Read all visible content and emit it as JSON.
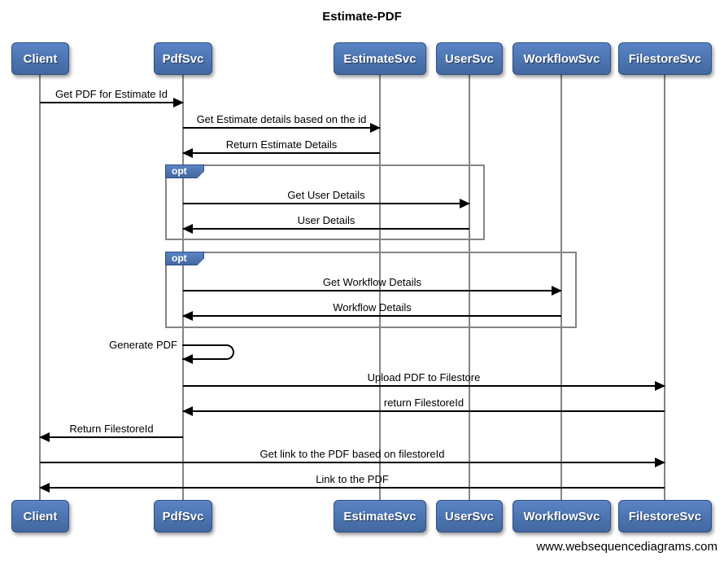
{
  "diagram": {
    "title": "Estimate-PDF",
    "watermark": "www.websequencediagrams.com"
  },
  "actors": [
    {
      "name": "Client"
    },
    {
      "name": "PdfSvc"
    },
    {
      "name": "EstimateSvc"
    },
    {
      "name": "UserSvc"
    },
    {
      "name": "WorkflowSvc"
    },
    {
      "name": "FilestoreSvc"
    }
  ],
  "fragments": [
    {
      "operator": "opt"
    },
    {
      "operator": "opt"
    }
  ],
  "messages": [
    {
      "from": "Client",
      "to": "PdfSvc",
      "label": "Get PDF for Estimate Id"
    },
    {
      "from": "PdfSvc",
      "to": "EstimateSvc",
      "label": "Get Estimate details based on the id"
    },
    {
      "from": "EstimateSvc",
      "to": "PdfSvc",
      "label": "Return Estimate Details"
    },
    {
      "from": "PdfSvc",
      "to": "UserSvc",
      "label": "Get User Details"
    },
    {
      "from": "UserSvc",
      "to": "PdfSvc",
      "label": "User Details"
    },
    {
      "from": "PdfSvc",
      "to": "WorkflowSvc",
      "label": "Get Workflow Details"
    },
    {
      "from": "WorkflowSvc",
      "to": "PdfSvc",
      "label": "Workflow Details"
    },
    {
      "from": "PdfSvc",
      "to": "PdfSvc",
      "label": "Generate PDF"
    },
    {
      "from": "PdfSvc",
      "to": "FilestoreSvc",
      "label": "Upload PDF to Filestore"
    },
    {
      "from": "FilestoreSvc",
      "to": "PdfSvc",
      "label": "return FilestoreId"
    },
    {
      "from": "PdfSvc",
      "to": "Client",
      "label": "Return FilestoreId"
    },
    {
      "from": "Client",
      "to": "FilestoreSvc",
      "label": "Get link to the PDF based on filestoreId"
    },
    {
      "from": "FilestoreSvc",
      "to": "Client",
      "label": "Link to the PDF"
    }
  ],
  "colors": {
    "actor_fill": "#4d77b5",
    "actor_border": "#2f4f85",
    "lifeline": "#848484",
    "fragment_border": "#848484",
    "arrow": "#000000"
  }
}
